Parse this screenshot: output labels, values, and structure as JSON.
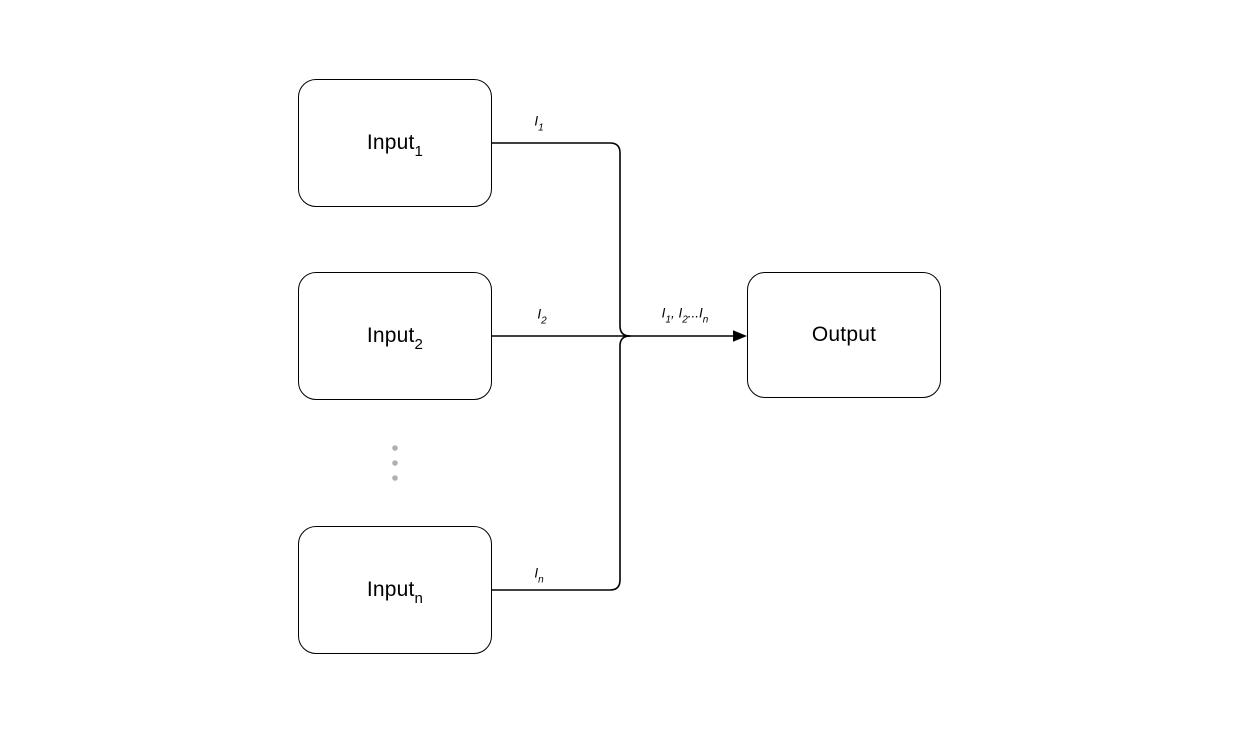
{
  "diagram": {
    "nodes": [
      {
        "id": "input1",
        "text": "Input",
        "sub": "1"
      },
      {
        "id": "input2",
        "text": "Input",
        "sub": "2"
      },
      {
        "id": "inputn",
        "text": "Input",
        "sub": "n"
      },
      {
        "id": "output",
        "text": "Output",
        "sub": ""
      }
    ],
    "edge_labels": {
      "i1": {
        "base": "I",
        "sub": "1"
      },
      "i2": {
        "base": "I",
        "sub": "2"
      },
      "in": {
        "base": "I",
        "sub": "n"
      },
      "merged": {
        "p1": "I",
        "s1": "1",
        "p2": ", I",
        "s2": "2",
        "p3": "...I",
        "s3": "n"
      }
    },
    "colors": {
      "stroke": "#000000",
      "node_fill": "#ffffff",
      "background": "#ffffff",
      "dots": "#b0b0b0"
    }
  }
}
